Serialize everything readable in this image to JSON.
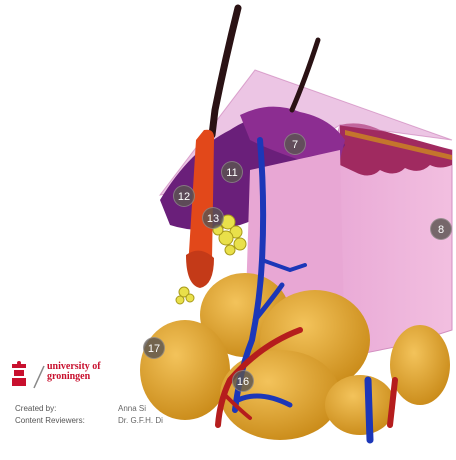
{
  "markers": [
    {
      "id": "marker-7",
      "label": "7"
    },
    {
      "id": "marker-11",
      "label": "11"
    },
    {
      "id": "marker-12",
      "label": "12"
    },
    {
      "id": "marker-13",
      "label": "13"
    },
    {
      "id": "marker-8",
      "label": "8"
    },
    {
      "id": "marker-17",
      "label": "17"
    },
    {
      "id": "marker-16",
      "label": "16"
    }
  ],
  "logo": {
    "line1": "university of",
    "line2": "groningen"
  },
  "credits": {
    "created_by_label": "Created by:",
    "created_by_value": "Anna Si",
    "reviewers_label": "Content Reviewers:",
    "reviewers_value": "Dr. G.F.H. Di"
  },
  "colors": {
    "brand": "#c8102e",
    "marker": "#5a5450"
  }
}
